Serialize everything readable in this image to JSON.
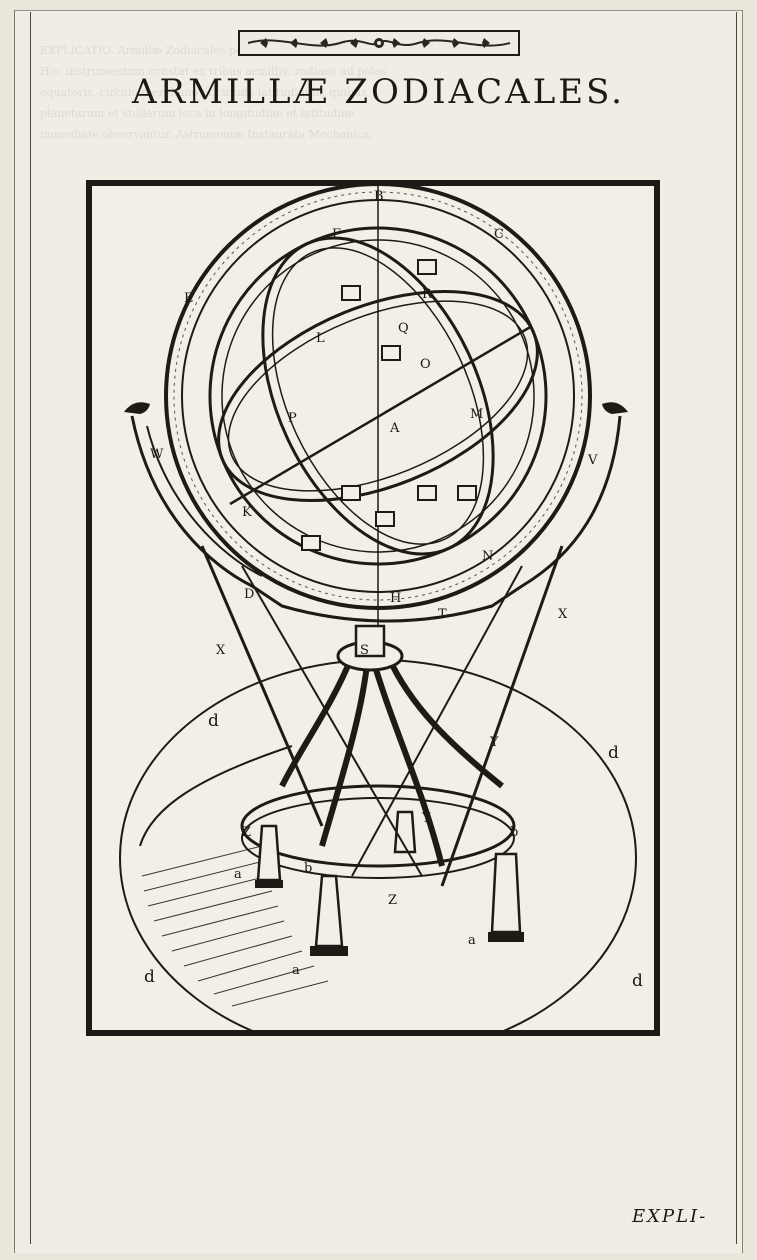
{
  "title": "ARMILLÆ ZODIACALES.",
  "catchword": "EXPLI-",
  "bleed_through": [
    "EXPLICATIO. Armillæ Zodiacales per horizontes, locum dirigens",
    "Hoc instrumentum constat ex tribus armillis, zodiaco ad polos",
    "equatoris, circulo meridiano et circulo latitudinum, quibus",
    "planetarum et stellarum loca in longitudine et latitudine",
    "immediate observantur, Astronomiæ Instaurata Mechanica."
  ],
  "figure": {
    "labels": {
      "B": "B",
      "C": "C",
      "E": "E",
      "F": "F",
      "R": "R",
      "L": "L",
      "Q": "Q",
      "O": "O",
      "A": "A",
      "M": "M",
      "P": "P",
      "K": "K",
      "N": "N",
      "D": "D",
      "H": "H",
      "T": "T",
      "S": "S",
      "X": "X",
      "W": "W",
      "V": "V",
      "Y": "Y",
      "Z": "Z",
      "a": "a",
      "b": "b",
      "d": "d"
    }
  }
}
